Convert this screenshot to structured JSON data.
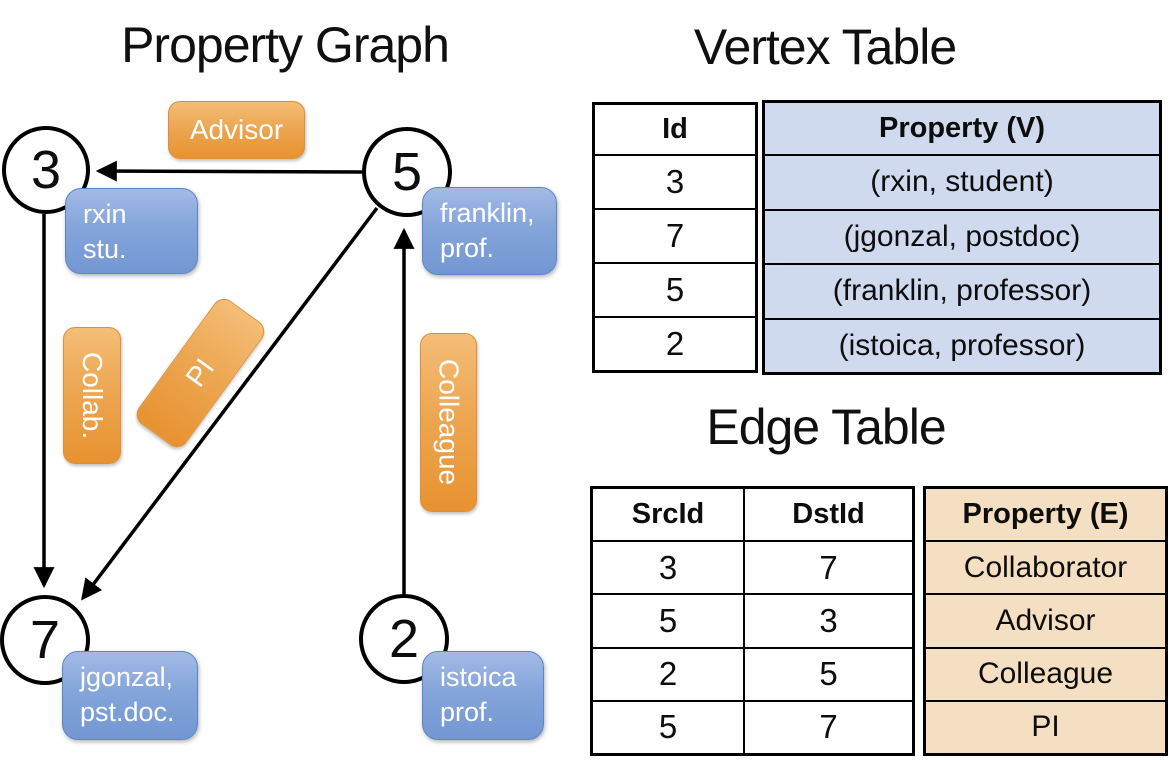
{
  "graph": {
    "title": "Property Graph",
    "nodes": [
      {
        "id": "3",
        "property": [
          "rxin",
          "stu."
        ]
      },
      {
        "id": "5",
        "property": [
          "franklin,",
          "prof."
        ]
      },
      {
        "id": "7",
        "property": [
          "jgonzal,",
          "pst.doc."
        ]
      },
      {
        "id": "2",
        "property": [
          "istoica",
          "prof."
        ]
      }
    ],
    "edges": [
      {
        "src": "5",
        "dst": "3",
        "label": "Advisor"
      },
      {
        "src": "3",
        "dst": "7",
        "label": "Collab."
      },
      {
        "src": "5",
        "dst": "7",
        "label": "PI"
      },
      {
        "src": "2",
        "dst": "5",
        "label": "Colleague"
      }
    ]
  },
  "vertex_table": {
    "title": "Vertex Table",
    "columns": [
      "Id",
      "Property (V)"
    ],
    "rows": [
      [
        "3",
        "(rxin, student)"
      ],
      [
        "7",
        "(jgonzal, postdoc)"
      ],
      [
        "5",
        "(franklin, professor)"
      ],
      [
        "2",
        "(istoica, professor)"
      ]
    ]
  },
  "edge_table": {
    "title": "Edge Table",
    "columns": [
      "SrcId",
      "DstId",
      "Property (E)"
    ],
    "rows": [
      [
        "3",
        "7",
        "Collaborator"
      ],
      [
        "5",
        "3",
        "Advisor"
      ],
      [
        "2",
        "5",
        "Colleague"
      ],
      [
        "5",
        "7",
        "PI"
      ]
    ]
  },
  "colors": {
    "edge_label_orange_top": "#f4bd77",
    "edge_label_orange_bottom": "#e89230",
    "vertex_card_blue_top": "#a3bae6",
    "vertex_card_blue_bottom": "#7397d3",
    "vertex_table_property_bg": "#cfdaee",
    "edge_table_property_bg": "#f5dfc2",
    "line_color": "#000000",
    "background": "#ffffff"
  }
}
